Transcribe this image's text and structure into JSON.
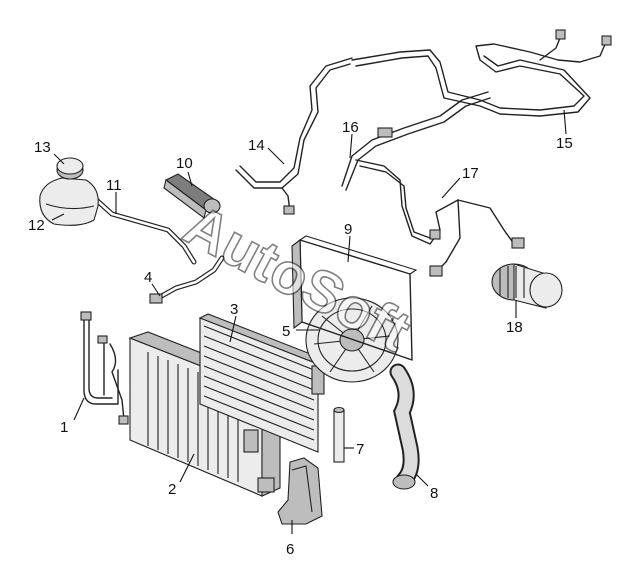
{
  "watermark": "AutoSoft",
  "callouts": [
    {
      "id": "1",
      "label": "1"
    },
    {
      "id": "2",
      "label": "2"
    },
    {
      "id": "3",
      "label": "3"
    },
    {
      "id": "4",
      "label": "4"
    },
    {
      "id": "5",
      "label": "5"
    },
    {
      "id": "6",
      "label": "6"
    },
    {
      "id": "7",
      "label": "7"
    },
    {
      "id": "8",
      "label": "8"
    },
    {
      "id": "9",
      "label": "9"
    },
    {
      "id": "10",
      "label": "10"
    },
    {
      "id": "11",
      "label": "11"
    },
    {
      "id": "12",
      "label": "12"
    },
    {
      "id": "13",
      "label": "13"
    },
    {
      "id": "14",
      "label": "14"
    },
    {
      "id": "15",
      "label": "15"
    },
    {
      "id": "16",
      "label": "16"
    },
    {
      "id": "17",
      "label": "17"
    },
    {
      "id": "18",
      "label": "18"
    }
  ]
}
